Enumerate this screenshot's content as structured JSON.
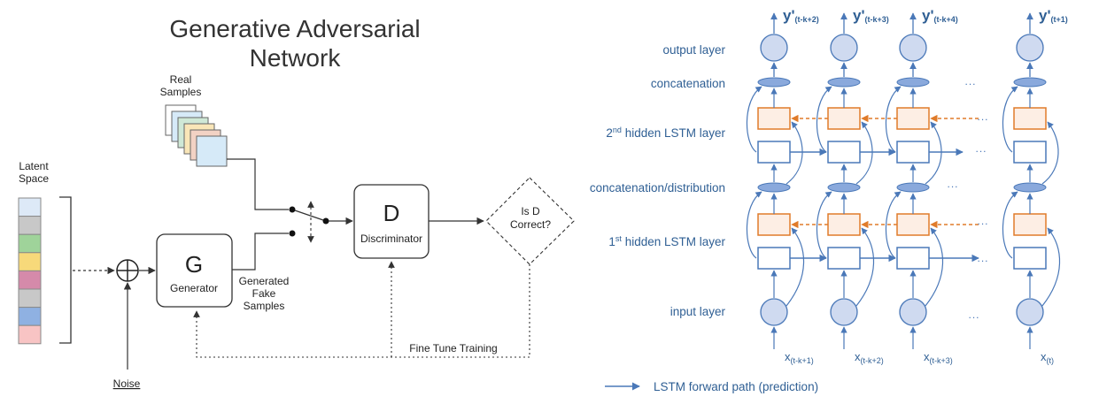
{
  "gan": {
    "title_line1": "Generative Adversarial",
    "title_line2": "Network",
    "real_samples_line1": "Real",
    "real_samples_line2": "Samples",
    "latent_line1": "Latent",
    "latent_line2": "Space",
    "noise": "Noise",
    "generator_letter": "G",
    "generator_label": "Generator",
    "generated_line1": "Generated",
    "generated_line2": "Fake",
    "generated_line3": "Samples",
    "discriminator_letter": "D",
    "discriminator_label": "Discriminator",
    "decision_line1": "Is D",
    "decision_line2": "Correct?",
    "fine_tune": "Fine Tune Training",
    "latent_colors": [
      "#dde9f7",
      "#c8c8c8",
      "#9fd39a",
      "#f7d97a",
      "#d58aaa",
      "#c8c8c8",
      "#8fb1e2",
      "#f8c4c4"
    ],
    "real_sample_colors": [
      "#ffffff",
      "#d6eaf8",
      "#cfe8d6",
      "#f9e6b8",
      "#f2d2c4",
      "#d6eaf8"
    ]
  },
  "lstm": {
    "layer_labels": {
      "output": "output layer",
      "concat_top": "concatenation",
      "hidden2_prefix": "2",
      "hidden2_sup": "nd",
      "hidden2_suffix": " hidden LSTM layer",
      "concat_mid": "concatenation/distribution",
      "hidden1_prefix": "1",
      "hidden1_sup": "st",
      "hidden1_suffix": " hidden LSTM layer",
      "input": "input layer"
    },
    "outputs": [
      {
        "main": "y'",
        "sub": "(t-k+2)"
      },
      {
        "main": "y'",
        "sub": "(t-k+3)"
      },
      {
        "main": "y'",
        "sub": "(t-k+4)"
      },
      {
        "main": "y'",
        "sub": "(t+1)"
      }
    ],
    "inputs": [
      {
        "main": "x",
        "sub": "(t-k+1)"
      },
      {
        "main": "x",
        "sub": "(t-k+2)"
      },
      {
        "main": "x",
        "sub": "(t-k+3)"
      },
      {
        "main": "x",
        "sub": "(t)"
      }
    ],
    "ellipsis": "...",
    "legend": "LSTM forward path (prediction)",
    "colors": {
      "blue": "#4a78b8",
      "orange": "#e07b2a",
      "node_fill": "#cfdaf0",
      "cell_fill": "#fdeee4"
    }
  }
}
